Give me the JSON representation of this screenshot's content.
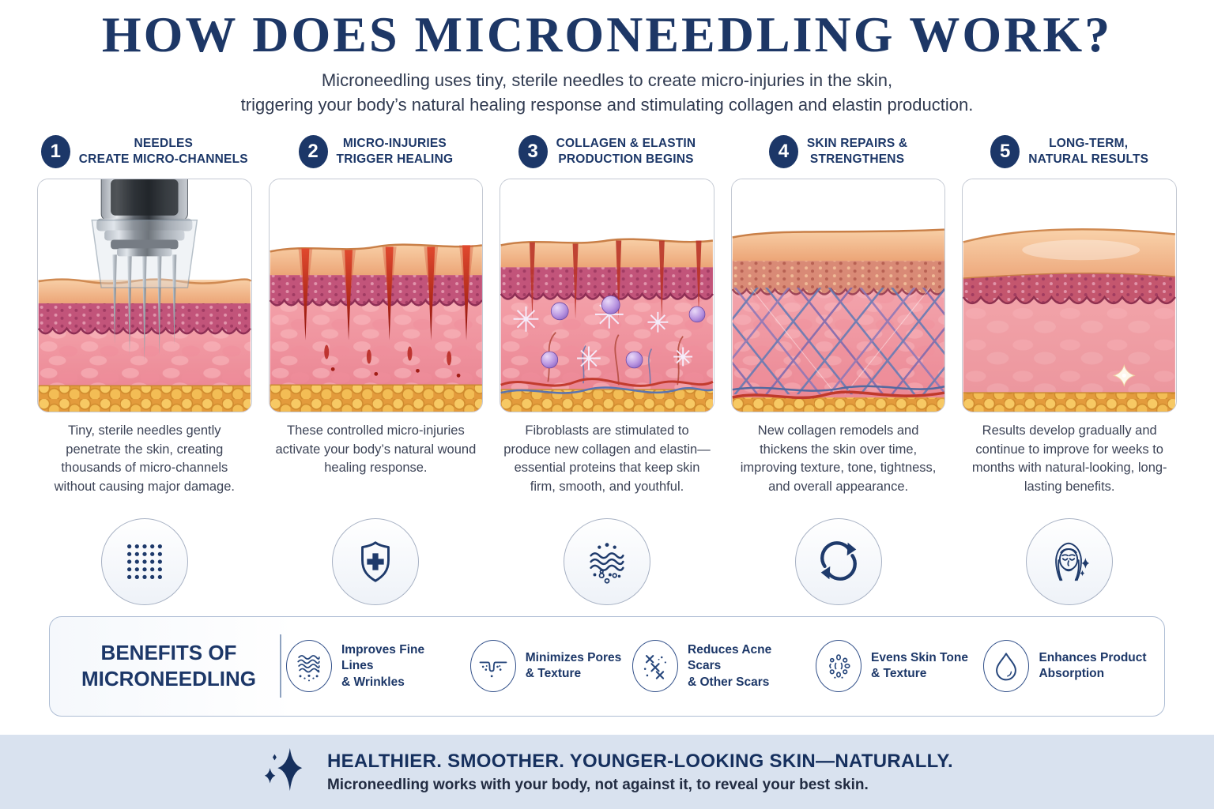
{
  "header": {
    "title": "HOW DOES MICRONEEDLING WORK?",
    "subtitle_line1": "Microneedling uses tiny, sterile needles to create micro-injuries in the skin,",
    "subtitle_line2": "triggering your body’s natural healing response and stimulating collagen and elastin production."
  },
  "steps": [
    {
      "number": "1",
      "title_line1": "NEEDLES",
      "title_line2": "CREATE MICRO-CHANNELS",
      "description": "Tiny, sterile needles gently penetrate the skin, creating thousands of micro-channels without causing major damage.",
      "icon": "dot-matrix-icon",
      "illustration": "microneedling device with needles penetrating skin layers"
    },
    {
      "number": "2",
      "title_line1": "MICRO-INJURIES",
      "title_line2": "TRIGGER HEALING",
      "description": "These controlled micro-injuries activate your body’s natural wound healing response.",
      "icon": "shield-plus-icon",
      "illustration": "skin cross-section with red micro-injury channels"
    },
    {
      "number": "3",
      "title_line1": "COLLAGEN & ELASTIN",
      "title_line2": "PRODUCTION BEGINS",
      "description": "Fibroblasts are stimulated to produce new collagen and elastin—essential proteins that keep skin firm, smooth, and youthful.",
      "icon": "collagen-waves-icon",
      "illustration": "skin cross-section with fibroblasts and sparkling new fibers"
    },
    {
      "number": "4",
      "title_line1": "SKIN REPAIRS &",
      "title_line2": "STRENGTHENS",
      "description": "New collagen remodels and thickens the skin over time, improving texture, tone, tightness, and overall appearance.",
      "icon": "renewal-cycle-icon",
      "illustration": "skin cross-section with dense cross-linked collagen network"
    },
    {
      "number": "5",
      "title_line1": "LONG-TERM,",
      "title_line2": "NATURAL RESULTS",
      "description": "Results develop gradually and continue to improve for weeks to months with natural-looking, long-lasting benefits.",
      "icon": "face-sparkle-icon",
      "illustration": "smooth healthy skin cross-section with sparkle"
    }
  ],
  "benefits": {
    "heading_line1": "BENEFITS OF",
    "heading_line2": "MICRONEEDLING",
    "items": [
      {
        "icon": "fine-lines-icon",
        "label_line1": "Improves Fine Lines",
        "label_line2": "& Wrinkles"
      },
      {
        "icon": "pores-icon",
        "label_line1": "Minimizes Pores",
        "label_line2": "& Texture"
      },
      {
        "icon": "acne-scars-icon",
        "label_line1": "Reduces Acne Scars",
        "label_line2": "& Other Scars"
      },
      {
        "icon": "skin-tone-icon",
        "label_line1": "Evens Skin Tone",
        "label_line2": "& Texture"
      },
      {
        "icon": "droplet-icon",
        "label_line1": "Enhances Product",
        "label_line2": "Absorption"
      }
    ]
  },
  "footer": {
    "headline": "HEALTHIER. SMOOTHER. YOUNGER-LOOKING SKIN—NATURALLY.",
    "subtext": "Microneedling works with your body, not against it, to reveal your best skin."
  },
  "colors": {
    "accent_navy": "#1c3768",
    "body_text": "#3d4457",
    "footer_background": "#d9e2ef"
  }
}
